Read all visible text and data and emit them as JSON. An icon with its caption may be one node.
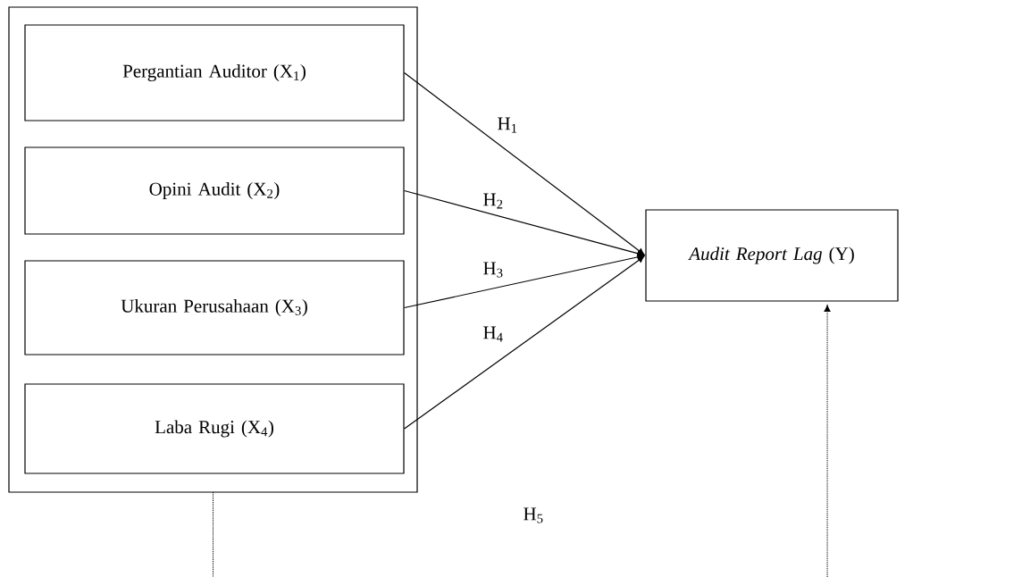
{
  "diagram": {
    "nodes": [
      {
        "text": [],
        "shape": "box"
      },
      {
        "text": [
          "Pergantian Auditor (X$_{1}$)"
        ],
        "in": 0
      },
      {
        "text": [
          "Opini Audit (X$_{2}$)"
        ],
        "in": 0
      },
      {
        "text": [
          "Ukuran Perusahaan (X$_{3}$)"
        ],
        "in": 0
      },
      {
        "text": [
          "Laba Rugi (X$_{4}$)"
        ],
        "in": 0
      },
      {
        "text": [
          "*Audit Report Lag* (Y)"
        ]
      }
    ],
    "edges": [
      {
        "from": 1,
        "to": 5,
        "arrow": "to",
        "label": "H$_{1}$"
      },
      {
        "from": 2,
        "to": 5,
        "arrow": "to",
        "label": "H$_{2}$"
      },
      {
        "from": 3,
        "to": 5,
        "arrow": "to",
        "label": "H$_{3}$"
      },
      {
        "from": 4,
        "to": 5,
        "arrow": "to",
        "label": "H$_{4}$"
      },
      {
        "from": 0,
        "to": 5,
        "arrow": "to",
        "style": "dashed"
      }
    ],
    "labels": [
      "H$_{5}$"
    ]
  }
}
